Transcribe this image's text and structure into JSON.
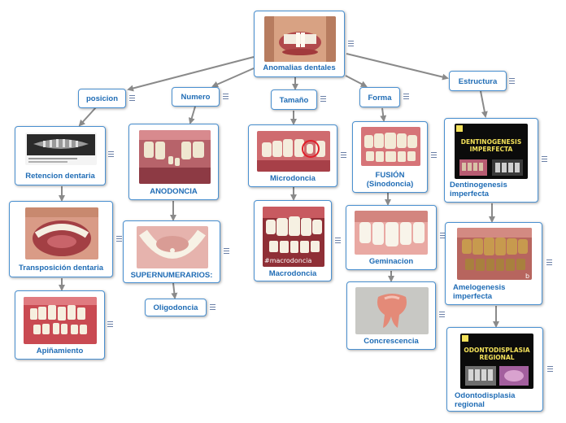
{
  "root": {
    "label": "Anomalias dentales"
  },
  "categories": {
    "posicion": "posicion",
    "numero": "Numero",
    "tamano": "Tamaño",
    "forma": "Forma",
    "estructura": "Estructura"
  },
  "nodes": {
    "retencion": "Retencion dentaria",
    "transposicion": "Transposición dentaria",
    "apinamiento": "Apiñamiento",
    "anodoncia": "ANODONCIA",
    "supernumerarios": "SUPERNUMERARIOS:",
    "oligodoncia": "Oligodoncia",
    "microdoncia": "Microdoncia",
    "macrodoncia": "Macrodoncia",
    "fusion": "FUSIÓN\n(Sinodoncia)",
    "geminacion": "Geminacion",
    "concrescencia": "Concrescencia",
    "dentinogenesis": "Dentinogenesis\nimperfecta",
    "amelogenesis": "Amelogenesis\nimperfecta",
    "odontodisplasia": "Odontodisplasia\nregional"
  },
  "image_text": {
    "dentinogenesis": "DENTINOGENESIS\nIMPERFECTA",
    "odontodisplasia": "ODONTODISPLASIA\nREGIONAL",
    "macrodoncia_watermark": "#macrodoncia"
  },
  "colors": {
    "node_border": "#4a90d0",
    "label_text": "#1f6cb5",
    "connector": "#8a8a8a",
    "menu_icon": "#6a7fa6"
  }
}
